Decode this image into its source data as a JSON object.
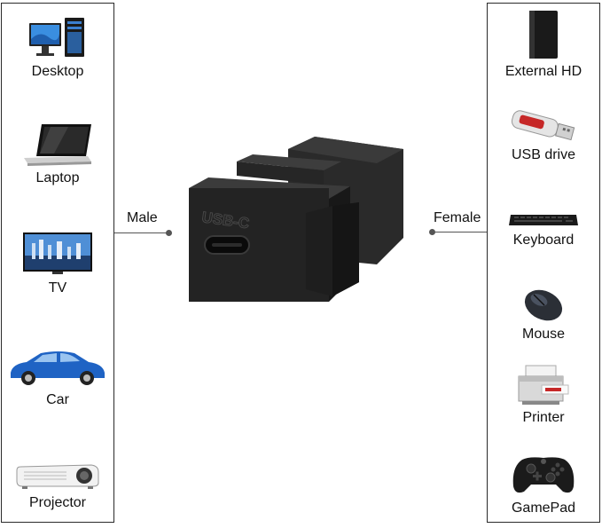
{
  "male_side": {
    "label": "Male",
    "devices": [
      {
        "label": "Desktop",
        "icon": "desktop-icon"
      },
      {
        "label": "Laptop",
        "icon": "laptop-icon"
      },
      {
        "label": "TV",
        "icon": "tv-icon"
      },
      {
        "label": "Car",
        "icon": "car-icon"
      },
      {
        "label": "Projector",
        "icon": "projector-icon"
      }
    ]
  },
  "female_side": {
    "label": "Female",
    "devices": [
      {
        "label": "External HD",
        "icon": "external-hd-icon"
      },
      {
        "label": "USB drive",
        "icon": "usb-drive-icon"
      },
      {
        "label": "Keyboard",
        "icon": "keyboard-icon"
      },
      {
        "label": "Mouse",
        "icon": "mouse-icon"
      },
      {
        "label": "Printer",
        "icon": "printer-icon"
      },
      {
        "label": "GamePad",
        "icon": "gamepad-icon"
      }
    ]
  },
  "product": {
    "engraving": "USB-C",
    "color": "#1c1c1c"
  }
}
